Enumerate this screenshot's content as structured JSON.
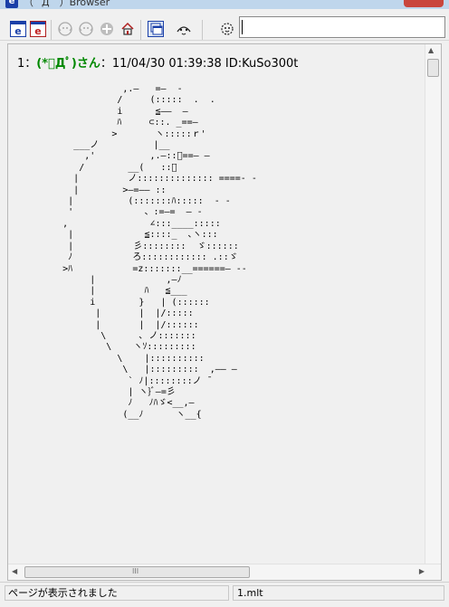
{
  "window": {
    "title": "（ ´Д｀）Browser",
    "app_icon": "e"
  },
  "toolbar": {
    "buttons": [
      {
        "icon": "ie-icon",
        "glyph": "e"
      },
      {
        "icon": "ie-red-icon",
        "glyph": "e"
      },
      {
        "icon": "face-back-icon",
        "glyph": "⟲"
      },
      {
        "icon": "face-forward-icon",
        "glyph": "⟳"
      },
      {
        "icon": "disabled-plus-icon",
        "glyph": "✚"
      },
      {
        "icon": "home-icon",
        "glyph": "⌂"
      },
      {
        "icon": "windows-icon",
        "glyph": "▣"
      },
      {
        "icon": "face-icon",
        "glyph": "ᐛ"
      },
      {
        "icon": "gear-face-icon",
        "glyph": "✻"
      }
    ],
    "address_value": ""
  },
  "post": {
    "number": "1",
    "separator": "：",
    "name": "(*ﾟДﾟ)さん",
    "meta": "：11/04/30 01:39:38 ID:KuSo300t"
  },
  "ascii_art": "                  ,.—   =—  -\n                 /     (:::::  .  .\n                 i      ≦——  —\n                 ﾊ     ⊂::. _==—\n                >       ヽ:::::ｒ'\n         ___ノ          |__\n           ,'          ,.—::ﾟ==— —\n          /        __(   ::ﾞ\n         |         ノ:::::::::::::: ====- -\n         |        >—=—— ::\n        |          (:::::::ﾊ:::::  - -\n        '             、:=—=  — -\n       ,               ∠:::____:::::\n        |             ≦::::_  ､ヽ:::\n        |           彡::::::::  ゞ::::::\n        ﾉ           ろ:::::::::::: .::ゞ\n       >ﾊ           =z:::::::__======— --\n            |             ,—ﾉ\n            |         ﾊ   ≦___\n            i        }   | (::::::\n             |       |  |/:::::\n             |       |  |/::::::\n              \\      ､ ノ:::::::\n               \\    ヽｿ:::::::::\n                 \\    |::::::::::\n                  \\   |:::::::::  ,—— —\n                   ` ﾉ|::::::::ノ ̄\n                   | ヽ}ﾞ—=彡\n                   ﾉ   ﾉﾊゞ<__,—\n                  (__ﾉ      ヽ__{",
  "status": {
    "message": "ページが表示されました",
    "file": "1.mlt"
  },
  "scrollbar": {
    "h_grip": "III"
  }
}
